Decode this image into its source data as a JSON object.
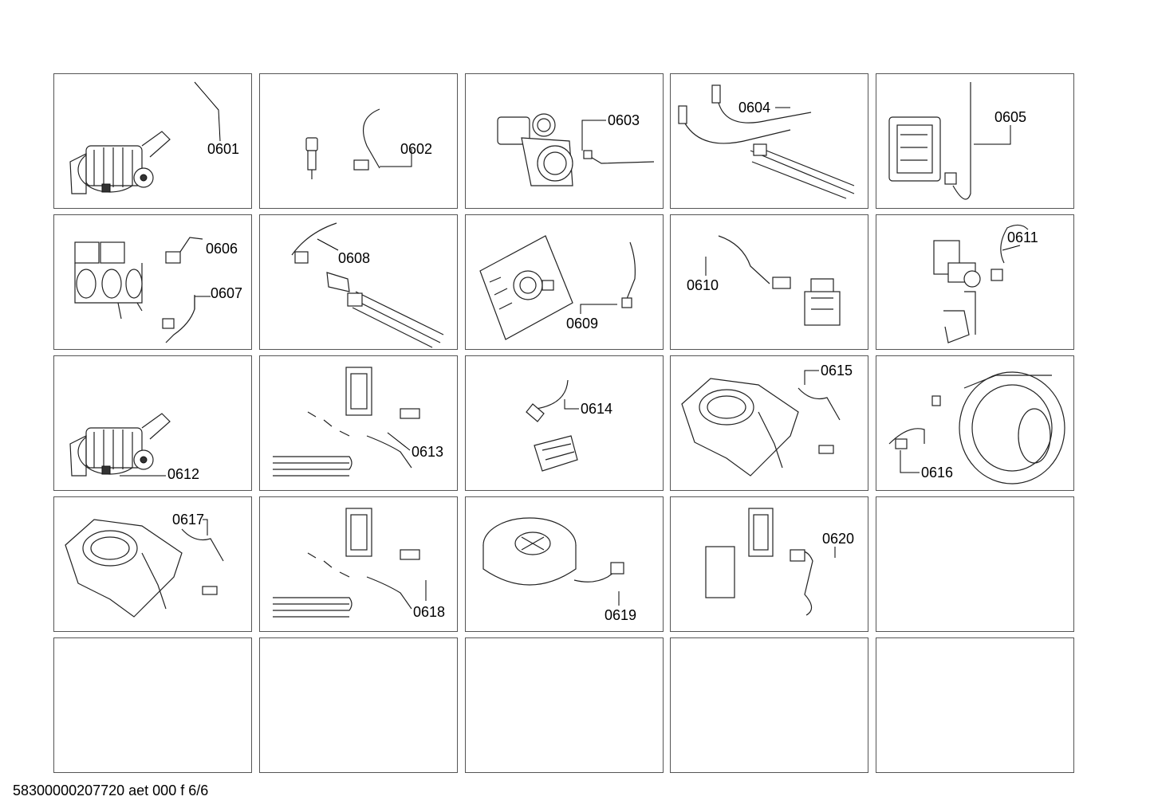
{
  "cells": [
    {
      "row": 0,
      "col": 0,
      "label": "0601",
      "icon": "pump-motor-icon"
    },
    {
      "row": 0,
      "col": 1,
      "label": "0602",
      "icon": "sensor-harness-icon"
    },
    {
      "row": 0,
      "col": 2,
      "label": "0603",
      "icon": "drain-pump-icon"
    },
    {
      "row": 0,
      "col": 3,
      "label": "0604",
      "icon": "heater-wiring-icon"
    },
    {
      "row": 0,
      "col": 4,
      "label": "0605",
      "icon": "control-module-icon"
    },
    {
      "row": 1,
      "col": 0,
      "label": "0606",
      "icon": "valve-block-icon",
      "label2": "0607"
    },
    {
      "row": 1,
      "col": 1,
      "label": "0608",
      "icon": "heater-element-icon"
    },
    {
      "row": 1,
      "col": 2,
      "label": "0609",
      "icon": "circuit-board-icon"
    },
    {
      "row": 1,
      "col": 3,
      "label": "0610",
      "icon": "lock-actuator-icon"
    },
    {
      "row": 1,
      "col": 4,
      "label": "0611",
      "icon": "solenoid-valve-icon"
    },
    {
      "row": 2,
      "col": 0,
      "label": "0612",
      "icon": "pump-motor-icon"
    },
    {
      "row": 2,
      "col": 1,
      "label": "0613",
      "icon": "heater-kit-icon"
    },
    {
      "row": 2,
      "col": 2,
      "label": "0614",
      "icon": "connector-harness-icon"
    },
    {
      "row": 2,
      "col": 3,
      "label": "0615",
      "icon": "tub-frame-icon"
    },
    {
      "row": 2,
      "col": 4,
      "label": "0616",
      "icon": "drum-housing-icon"
    },
    {
      "row": 3,
      "col": 0,
      "label": "0617",
      "icon": "tub-frame-icon"
    },
    {
      "row": 3,
      "col": 1,
      "label": "0618",
      "icon": "heater-kit-icon"
    },
    {
      "row": 3,
      "col": 2,
      "label": "0619",
      "icon": "fan-housing-icon"
    },
    {
      "row": 3,
      "col": 3,
      "label": "0620",
      "icon": "module-harness-icon"
    },
    {
      "row": 3,
      "col": 4,
      "label": "",
      "icon": ""
    },
    {
      "row": 4,
      "col": 0,
      "label": "",
      "icon": ""
    },
    {
      "row": 4,
      "col": 1,
      "label": "",
      "icon": ""
    },
    {
      "row": 4,
      "col": 2,
      "label": "",
      "icon": ""
    },
    {
      "row": 4,
      "col": 3,
      "label": "",
      "icon": ""
    },
    {
      "row": 4,
      "col": 4,
      "label": "",
      "icon": ""
    }
  ],
  "footer": {
    "text": "58300000207720 aet 000 f 6/6"
  }
}
